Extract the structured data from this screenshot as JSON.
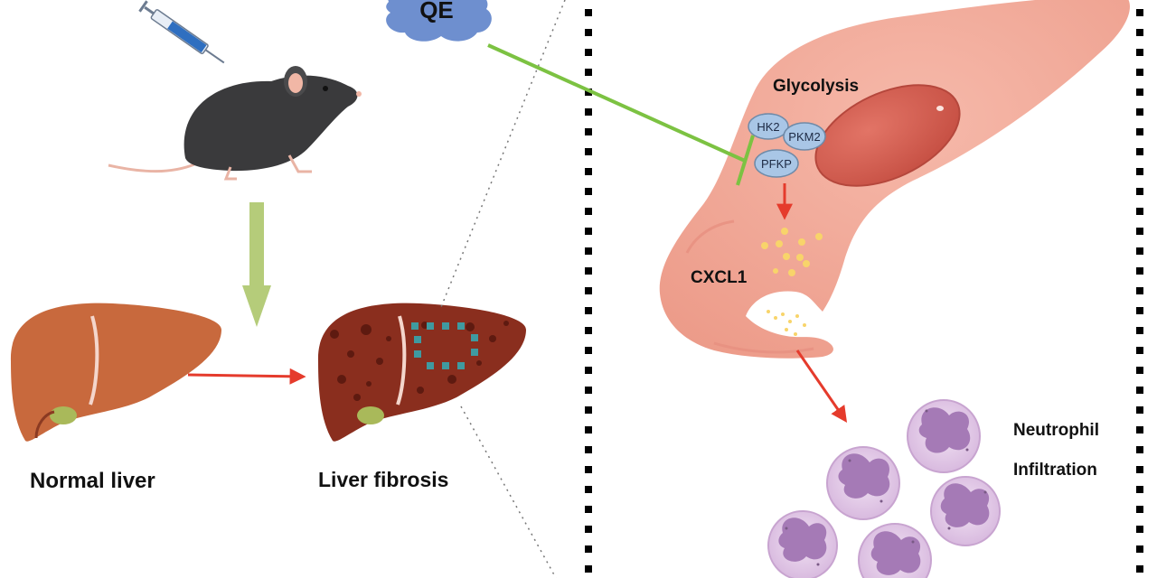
{
  "labels": {
    "qe": "QE",
    "glycolysis": "Glycolysis",
    "cxcl1": "CXCL1",
    "normal_liver": "Normal liver",
    "liver_fibrosis": "Liver fibrosis",
    "neutrophil_line1": "Neutrophil",
    "neutrophil_line2": "Infiltration"
  },
  "enzymes": [
    "HK2",
    "PKM2",
    "PFKP"
  ],
  "colors": {
    "cell_body": "#f0a696",
    "nucleus": "#d35c4e",
    "enzyme_fill": "#a9c6e6",
    "inhibition_line": "#7cc242",
    "red_arrow": "#e53b2c",
    "down_arrow": "#b5cc7a",
    "qe_cloud": "#6e8fcf",
    "neutrophil_cytoplasm": "#e5cdea",
    "neutrophil_nucleus": "#a57ab6",
    "liver_normal": "#c8693d",
    "liver_fibrotic": "#8a2e1e",
    "chemokine_dots": "#f8d46a"
  }
}
